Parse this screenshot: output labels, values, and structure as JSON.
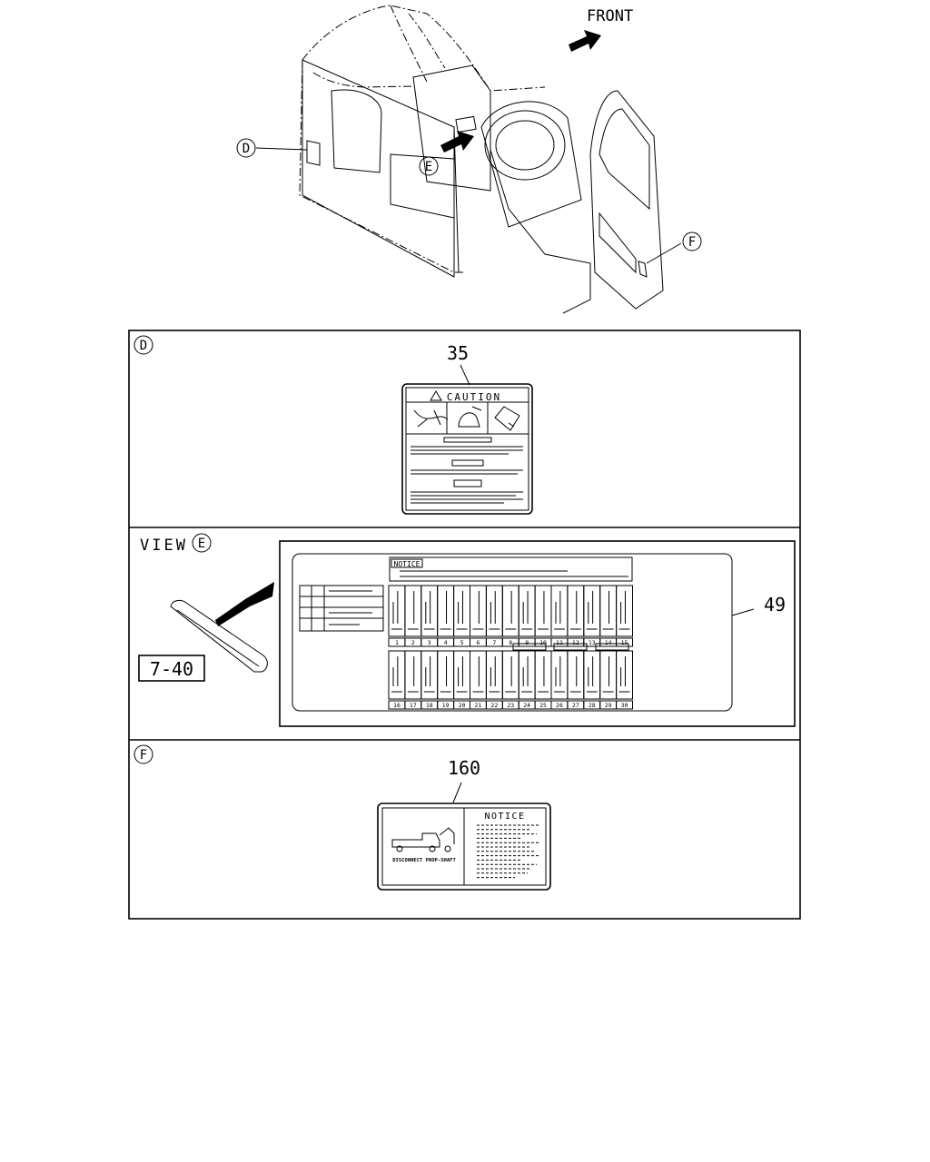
{
  "overview": {
    "front_label": "FRONT",
    "callouts": {
      "d": "D",
      "e": "E",
      "f": "F"
    }
  },
  "panel_d": {
    "marker": "D",
    "part_number": "35",
    "label_title": "CAUTION"
  },
  "panel_e": {
    "view_text": "VIEW",
    "marker": "E",
    "ref_part": "7-40",
    "part_number": "49",
    "notice_title": "NOTICE",
    "fuse_numbers_top": [
      "1",
      "2",
      "3",
      "4",
      "5",
      "6",
      "7",
      "8",
      "9",
      "10",
      "11",
      "12",
      "13",
      "14",
      "15"
    ],
    "fuse_numbers_bottom": [
      "16",
      "17",
      "18",
      "19",
      "20",
      "21",
      "22",
      "23",
      "24",
      "25",
      "26",
      "27",
      "28",
      "29",
      "30"
    ]
  },
  "panel_f": {
    "marker": "F",
    "part_number": "160",
    "notice_title": "NOTICE",
    "image_caption": "DISCONNECT PROP-SHAFT"
  },
  "colors": {
    "line": "#000000",
    "background": "#ffffff"
  }
}
